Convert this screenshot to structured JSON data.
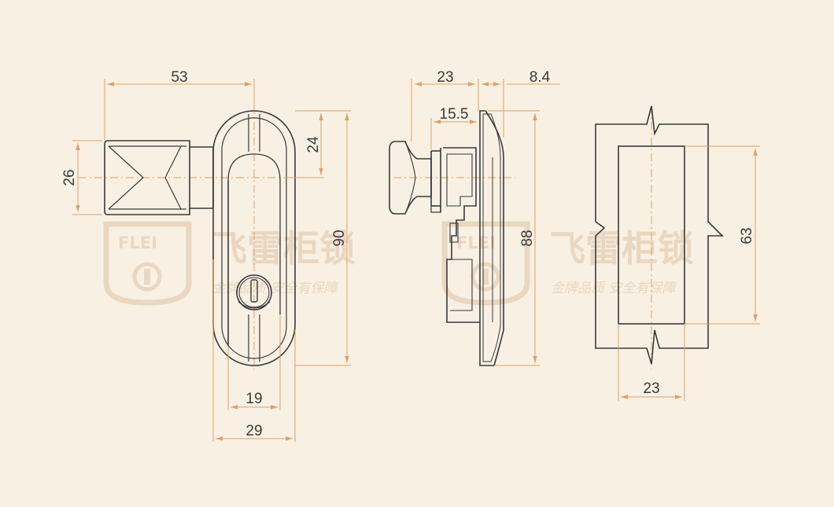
{
  "watermark": {
    "logo": "FLEI",
    "brand": "飞雷柜锁",
    "slogan": "金牌品质  安全有保障"
  },
  "colors": {
    "background": "#f8f0e3",
    "outline": "#3a3a3a",
    "dimension": "#e0a066",
    "watermark": "#ead7c1"
  },
  "front_view": {
    "dims": {
      "width_total": "53",
      "height_handle": "26",
      "height_top": "24",
      "height_total": "90",
      "inner_width": "19",
      "outer_width": "29"
    }
  },
  "side_view": {
    "dims": {
      "depth": "23",
      "flange": "8.4",
      "boss": "15.5",
      "height": "88"
    }
  },
  "cutout_view": {
    "dims": {
      "height": "63",
      "width": "23"
    }
  }
}
